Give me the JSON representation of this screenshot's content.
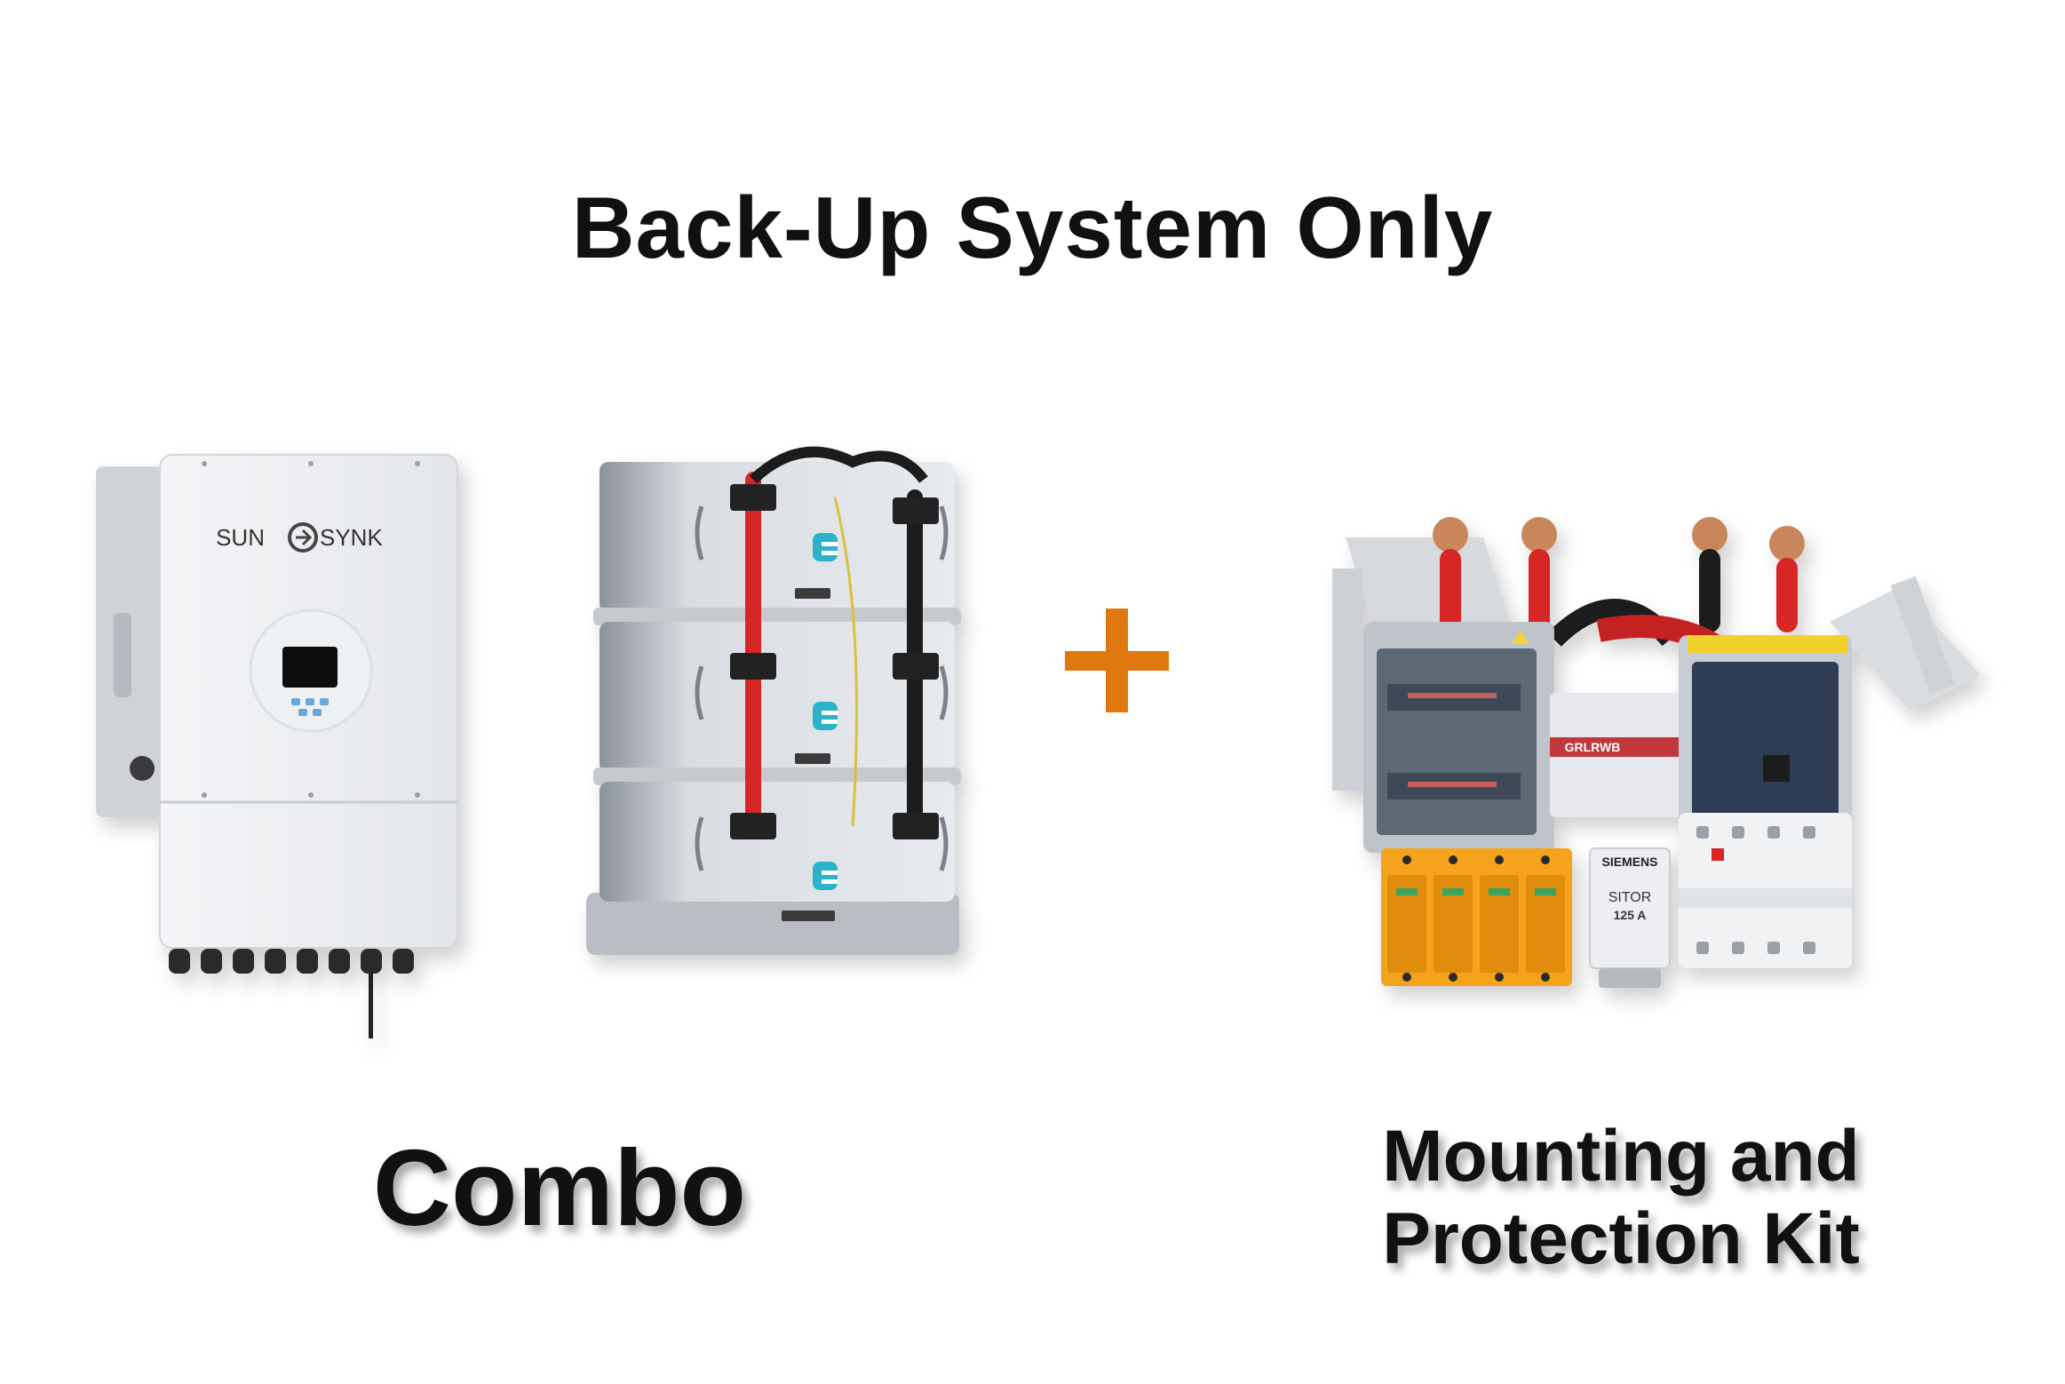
{
  "title": "Back-Up System Only",
  "products": {
    "inverter": {
      "brand_left": "SUN",
      "brand_right": "SYNK",
      "icon": "inverter-icon"
    },
    "battery_stack": {
      "icon": "battery-stack-icon",
      "modules": 3
    },
    "protection_kit": {
      "icon": "protection-kit-icon",
      "fuse_brand": "SIEMENS",
      "fuse_model": "SITOR",
      "fuse_rating": "125 A",
      "breaker_brand": "GRLRWB"
    }
  },
  "plus_icon": "plus-icon",
  "captions": {
    "combo": "Combo",
    "kit_line1": "Mounting and",
    "kit_line2": "Protection Kit"
  },
  "colors": {
    "plus": "#e07810",
    "text": "#111111",
    "surge_protector": "#f5a31a",
    "battery_accent": "#2bb3c9",
    "cable_red": "#d62828",
    "cable_black": "#1a1a1a"
  }
}
